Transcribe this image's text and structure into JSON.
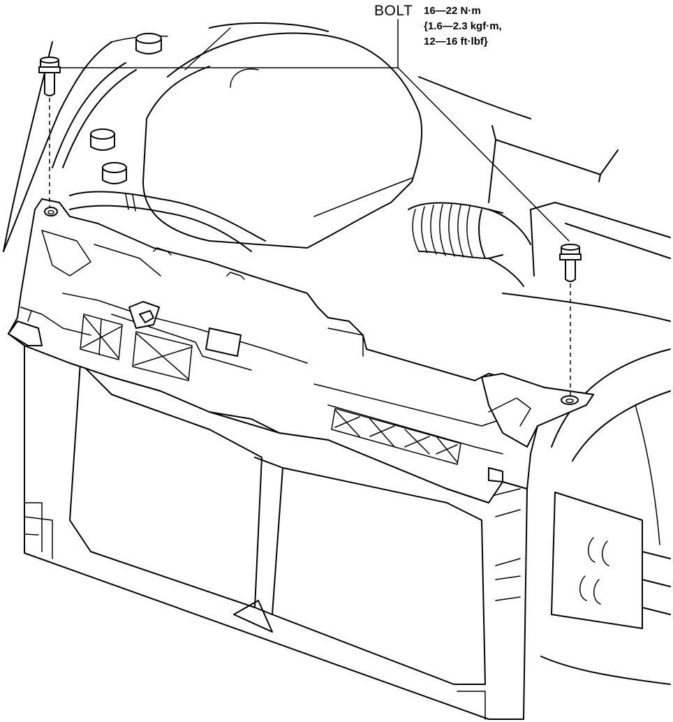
{
  "callout": {
    "part_name": "BOLT",
    "torque_nm": "16—22 N·m",
    "torque_kgfm": "{1.6—2.3 kgf·m,",
    "torque_ftlbf": "12—16 ft·lbf}"
  },
  "line_color": "#000000",
  "background_color": "#ffffff"
}
